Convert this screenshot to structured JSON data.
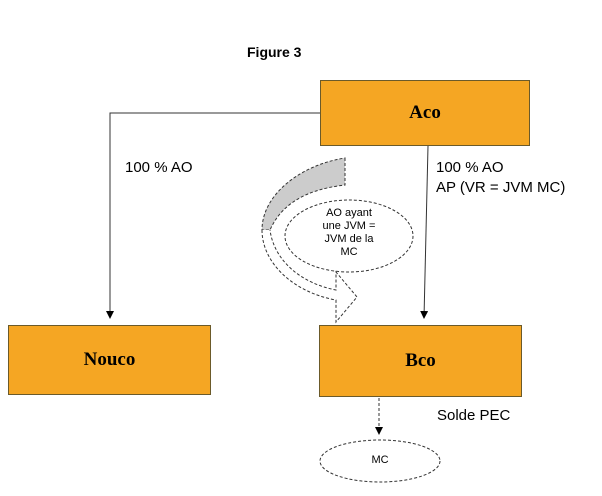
{
  "title": "Figure 3",
  "nodes": {
    "aco": "Aco",
    "nouco": "Nouco",
    "bco": "Bco",
    "mc": "MC"
  },
  "edges": {
    "aco_to_nouco": "100 % AO",
    "aco_to_bco_line1": "100 % AO",
    "aco_to_bco_line2": "AP (VR = JVM MC)",
    "bco_to_mc": "Solde PEC"
  },
  "transfer_note": {
    "line1": "AO ayant",
    "line2": "une JVM =",
    "line3": "JVM de la",
    "line4": "MC"
  },
  "colors": {
    "box_fill": "#F5A623",
    "box_border": "#6b5a2a",
    "curved_arrow_fill": "#cccccc"
  }
}
